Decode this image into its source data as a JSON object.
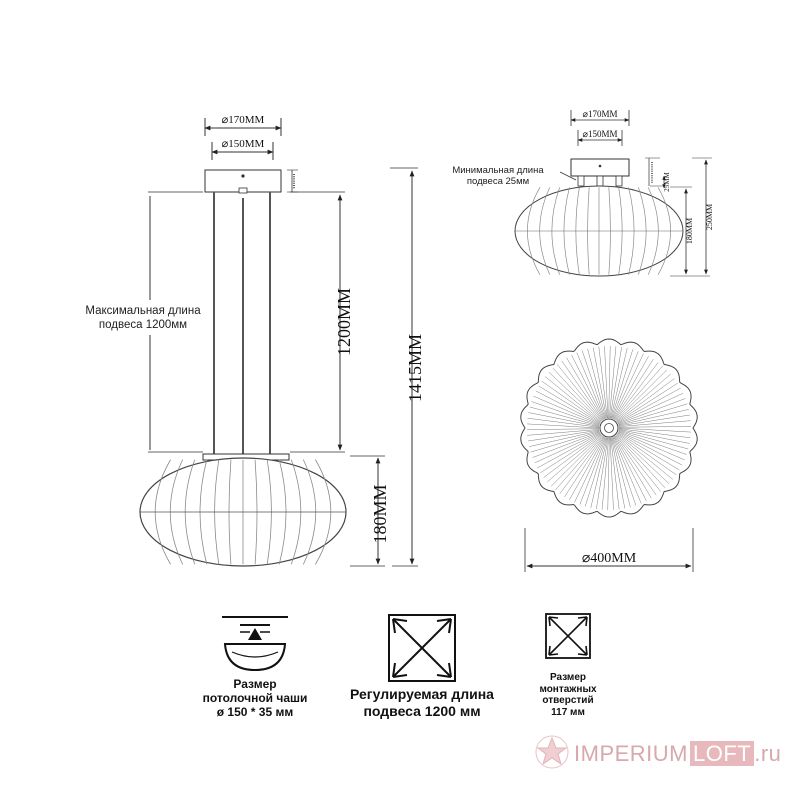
{
  "side_view": {
    "dims": {
      "outer_diameter": "⌀170MM",
      "inner_diameter": "⌀150MM",
      "suspension": "1200MM",
      "total_height": "1415MM",
      "shade_height": "180MM"
    },
    "label_line1": "Максимальная длина",
    "label_line2": "подвеса 1200мм"
  },
  "compact_view": {
    "dims": {
      "outer_diameter": "⌀170MM",
      "inner_diameter": "⌀150MM",
      "short_height": "25MM",
      "shade_height": "180MM",
      "total_height": "250MM"
    },
    "label_line1": "Минимальная длина",
    "label_line2": "подвеса 25мм"
  },
  "top_view": {
    "diameter": "⌀400MM"
  },
  "features": [
    {
      "icon": "ceiling-cup-icon",
      "line1": "Размер",
      "line2": "потолочной чаши",
      "line3": "ø 150 * 35 мм"
    },
    {
      "icon": "adjustable-length-icon",
      "line1": "Регулируемая длина",
      "line2": "подвеса 1200 мм"
    },
    {
      "icon": "mounting-holes-icon",
      "line1": "Размер",
      "line2": "монтажных",
      "line3": "отверстий",
      "line4": "117 мм"
    }
  ],
  "watermark": {
    "part1": "IMPERIUM",
    "part2": "LOFT",
    "part3": ".ru"
  },
  "colors": {
    "line": "#333333",
    "rib": "#8a8a8a",
    "watermark": "#e2b3b7"
  }
}
